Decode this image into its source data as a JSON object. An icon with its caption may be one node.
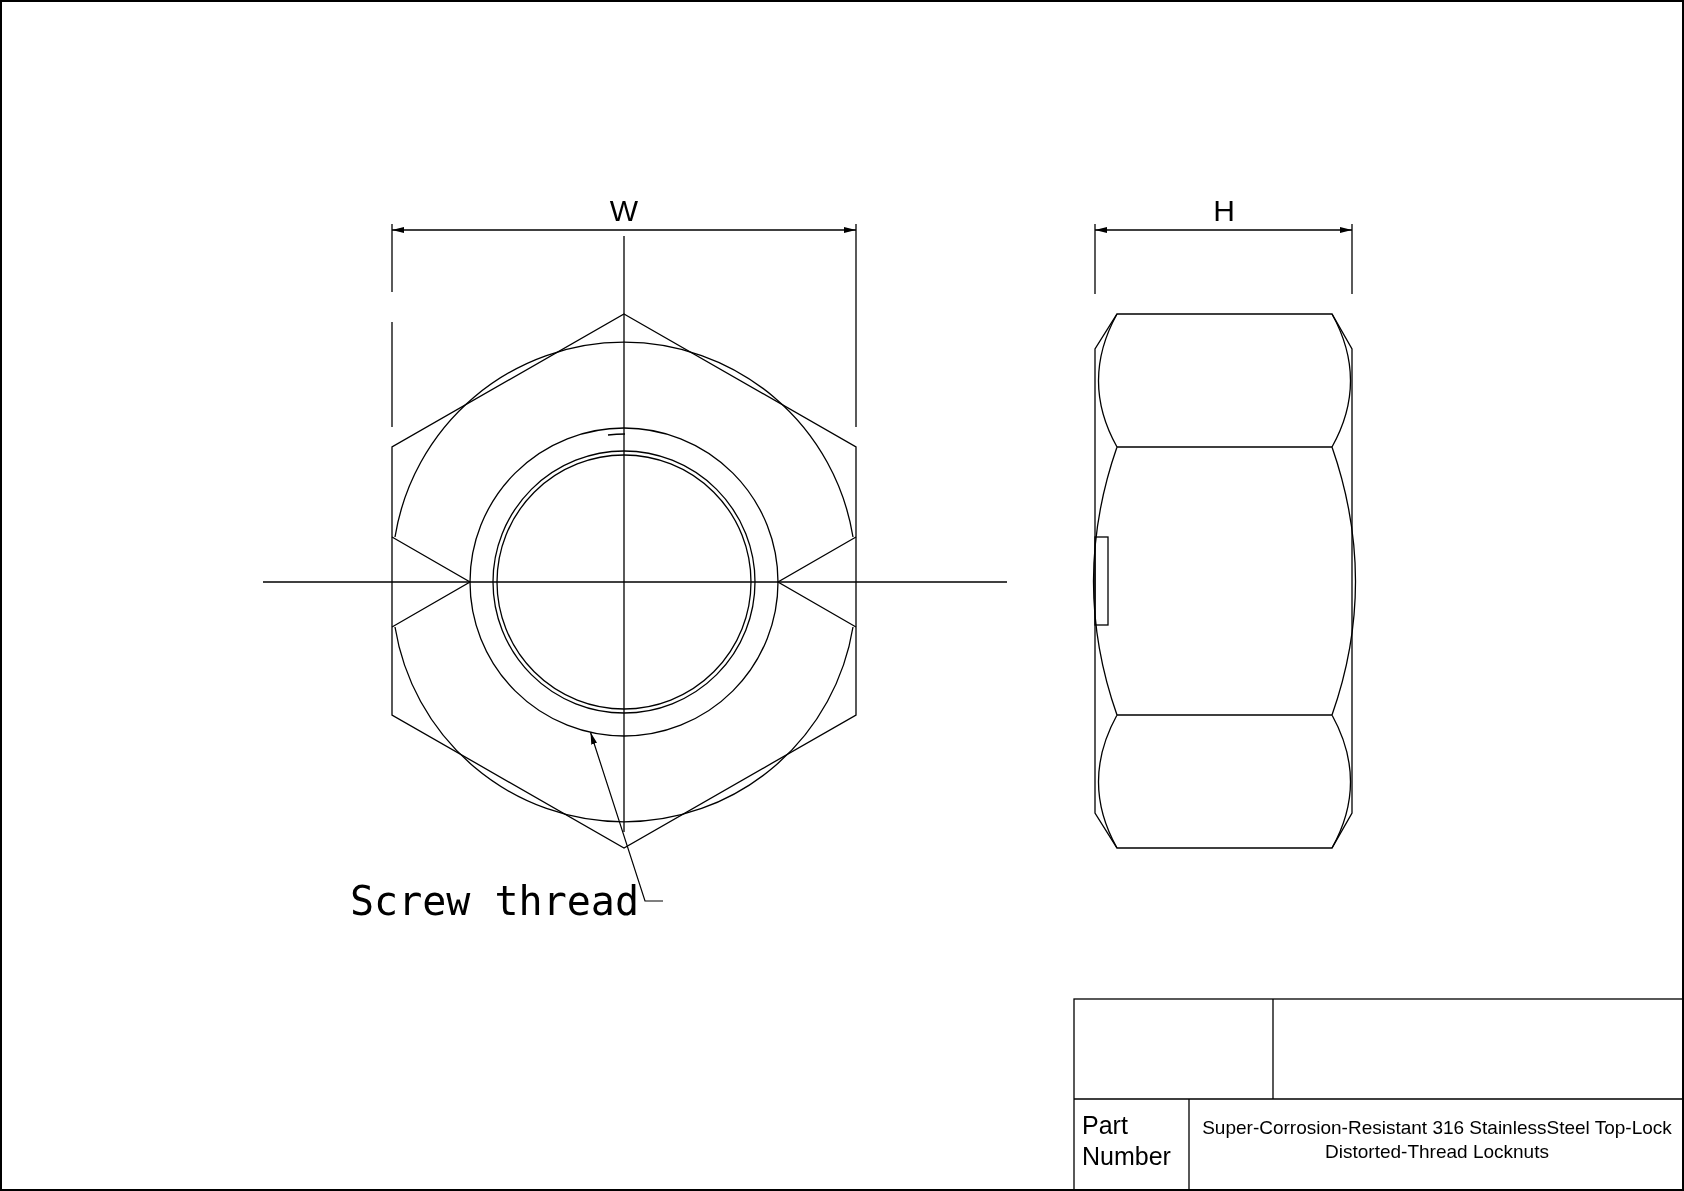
{
  "diagram": {
    "nodes": [
      {
        "text": [
          "Screw thread"
        ]
      },
      {
        "text": [],
        "shape": "circle"
      }
    ],
    "edges": [
      {
        "from": 0,
        "to": 1,
        "arrow": "to"
      }
    ],
    "labels": [
      "W",
      "H",
      "Part Number",
      "Super-Corrosion-Resistant 316 StainlessSteel Top-Lock Distorted-Thread Locknuts"
    ]
  }
}
